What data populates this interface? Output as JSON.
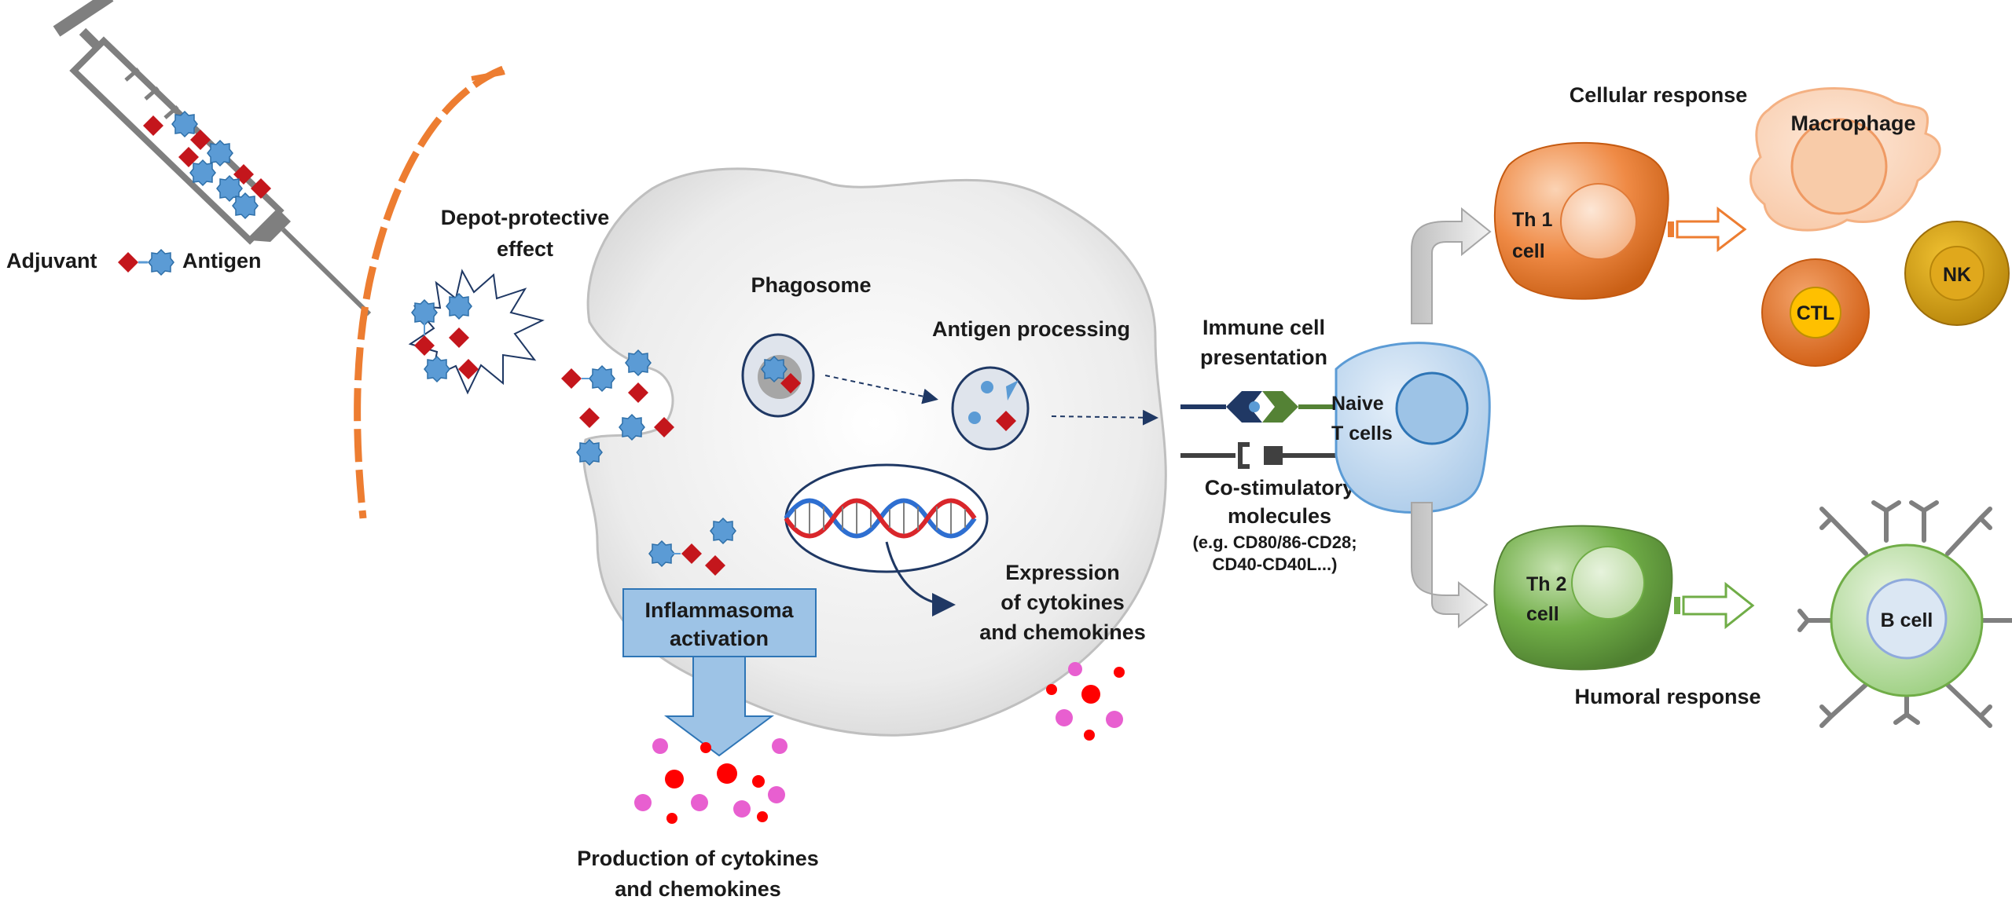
{
  "legend": {
    "adjuvant": "Adjuvant",
    "antigen": "Antigen"
  },
  "depot": {
    "line1": "Depot-protective",
    "line2": "effect"
  },
  "phagosome": "Phagosome",
  "antigen_processing": "Antigen processing",
  "immune_presentation": {
    "line1": "Immune cell",
    "line2": "presentation"
  },
  "costim": {
    "line1": "Co-stimulatory",
    "line2": "molecules",
    "line3": "(e.g. CD80/86-CD28;",
    "line4": "CD40-CD40L...)"
  },
  "expression": {
    "line1": "Expression",
    "line2": "of cytokines",
    "line3": "and chemokines"
  },
  "inflammasome": {
    "line1": "Inflammasoma",
    "line2": "activation"
  },
  "production": {
    "line1": "Production of cytokines",
    "line2": "and chemokines"
  },
  "naive": {
    "line1": "Naive",
    "line2": "T cells"
  },
  "cellular_response": "Cellular response",
  "th1": {
    "line1": "Th 1",
    "line2": "cell"
  },
  "macrophage": "Macrophage",
  "ctl": "CTL",
  "nk": "NK",
  "th2": {
    "line1": "Th 2",
    "line2": "cell"
  },
  "bcell": "B cell",
  "humoral_response": "Humoral response",
  "colors": {
    "adjuvant": "#c4161c",
    "antigen": "#5b9bd5",
    "orange": "#ed7d31",
    "green": "#70ad47",
    "naive": "#bdd7ee",
    "inflammasome_box": "#9dc3e6",
    "cytokine_red": "#ff0000",
    "cytokine_pink": "#e85fd0"
  }
}
